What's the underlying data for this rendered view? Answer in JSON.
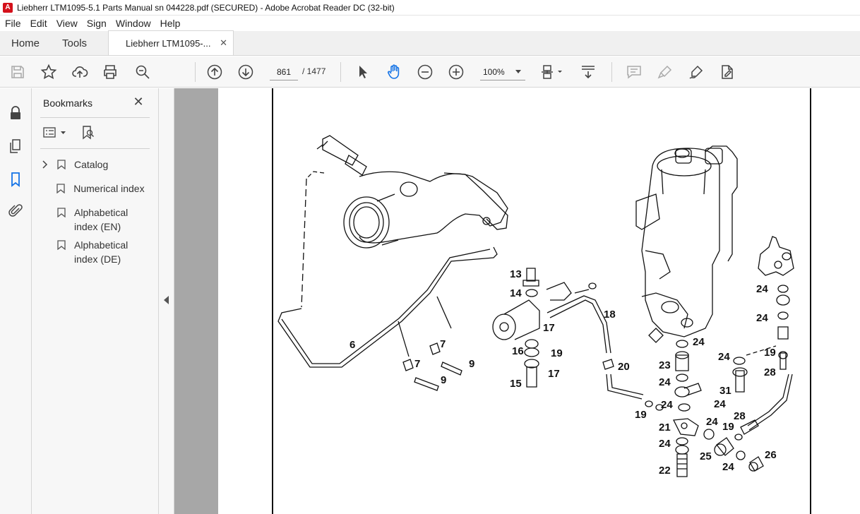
{
  "window": {
    "title": "Liebherr LTM1095-5.1 Parts Manual sn 044228.pdf (SECURED) - Adobe Acrobat Reader DC (32-bit)"
  },
  "menu": [
    "File",
    "Edit",
    "View",
    "Sign",
    "Window",
    "Help"
  ],
  "tabs": {
    "home": "Home",
    "tools": "Tools",
    "document": "Liebherr LTM1095-...",
    "close": "✕"
  },
  "toolbar": {
    "page_current": "861",
    "page_total": "/ 1477",
    "zoom": "100%"
  },
  "bookmarks": {
    "title": "Bookmarks",
    "close": "✕",
    "items": [
      {
        "label": "Catalog",
        "expandable": true
      },
      {
        "label": "Numerical index",
        "expandable": false
      },
      {
        "label": "Alphabetical index (EN)",
        "expandable": false
      },
      {
        "label": "Alphabetical index (DE)",
        "expandable": false
      }
    ]
  },
  "drawing_labels": [
    "13",
    "14",
    "18",
    "6",
    "7",
    "7",
    "9",
    "9",
    "17",
    "16",
    "19",
    "17",
    "15",
    "20",
    "24",
    "23",
    "24",
    "24",
    "24",
    "21",
    "19",
    "24",
    "24",
    "25",
    "22",
    "19",
    "28",
    "24",
    "26",
    "24",
    "24",
    "24",
    "19",
    "28",
    "31"
  ],
  "colors": {
    "accent": "#1473e6",
    "viewer_bg": "#a7a7a7",
    "pdf_icon": "#d4111b"
  }
}
